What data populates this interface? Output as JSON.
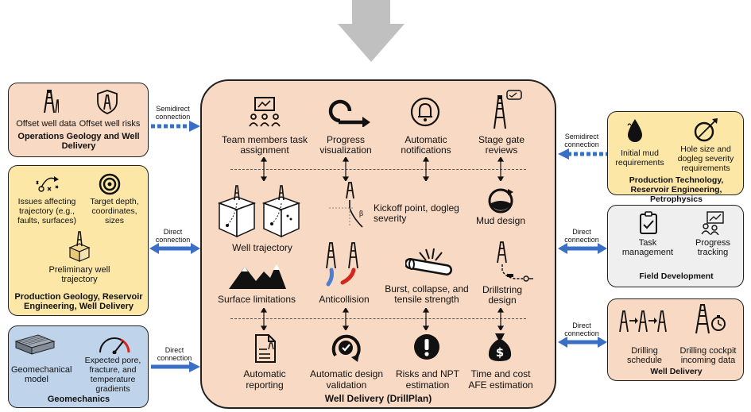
{
  "colors": {
    "orange": "#f8d9c3",
    "yellow": "#fce7a6",
    "gray": "#efefef",
    "blue": "#bfd4ea",
    "arrow": "#3a6fc6",
    "top_arrow": "#c0c0c0"
  },
  "left": {
    "ops": {
      "item1": "Offset well data",
      "item2": "Offset well risks",
      "title": "Operations Geology and Well Delivery",
      "conn": "Semidirect connection"
    },
    "prod": {
      "item1": "Issues affecting trajectory (e.g., faults, surfaces)",
      "item2": "Target depth, coordinates, sizes",
      "item3": "Preliminary well trajectory",
      "title": "Production Geology, Reservoir Engineering, Well Delivery",
      "conn": "Direct connection"
    },
    "geo": {
      "item1": "Geomechanical model",
      "item2": "Expected pore, fracture, and temperature gradients",
      "title": "Geomechanics",
      "conn": "Direct connection"
    }
  },
  "center": {
    "title": "Well Delivery (DrillPlan)",
    "top": [
      "Team members task assignment",
      "Progress visualization",
      "Automatic notifications",
      "Stage gate reviews"
    ],
    "middle": {
      "trajectory": "Well trajectory",
      "kickoff": "Kickoff point, dogleg severity",
      "mud": "Mud design",
      "surface": "Surface limitations",
      "anticollision": "Anticollision",
      "burst": "Burst, collapse, and tensile strength",
      "drillstring": "Drillstring design"
    },
    "bottom": [
      "Automatic reporting",
      "Automatic design validation",
      "Risks and NPT estimation",
      "Time and cost AFE estimation"
    ]
  },
  "right": {
    "prodtech": {
      "item1": "Initial mud requirements",
      "item2": "Hole size and dogleg severity requirements",
      "title": "Production Technology, Reservoir Engineering, Petrophysics",
      "conn": "Semidirect connection"
    },
    "field": {
      "item1": "Task management",
      "item2": "Progress tracking",
      "title": "Field Development",
      "conn": "Direct connection"
    },
    "welldel": {
      "item1": "Drilling schedule",
      "item2": "Drilling cockpit incoming data",
      "title": "Well Delivery",
      "conn": "Direct connection"
    }
  },
  "icons": [
    "derrick-icon",
    "shield-derrick-icon",
    "play-diagram-icon",
    "target-icon",
    "cube-derrick-icon",
    "ground-layers-icon",
    "gauge-icon",
    "team-board-icon",
    "progress-loop-icon",
    "bell-icon",
    "chat-derrick-icon",
    "cube-trajectory-icon",
    "kickoff-icon",
    "mud-tank-icon",
    "mountains-icon",
    "anticollision-icon",
    "pipe-burst-icon",
    "drillstring-icon",
    "report-icon",
    "check-validation-icon",
    "exclamation-icon",
    "money-bag-icon",
    "oil-drop-icon",
    "hole-size-icon",
    "clipboard-check-icon",
    "progress-people-icon",
    "schedule-derricks-icon",
    "cockpit-derrick-icon"
  ]
}
